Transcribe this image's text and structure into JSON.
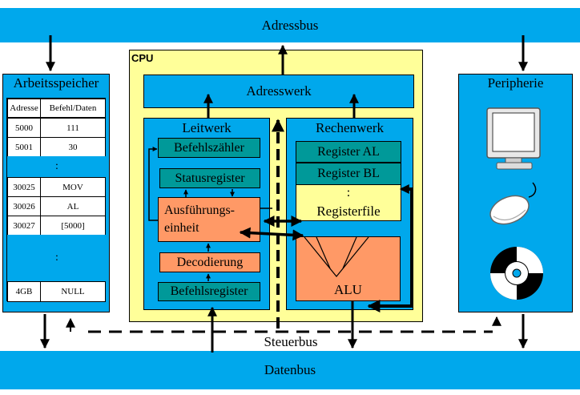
{
  "buses": {
    "address": "Adressbus",
    "data": "Datenbus",
    "control": "Steuerbus"
  },
  "memory": {
    "title": "Arbeitsspeicher",
    "headers": [
      "Adresse",
      "Befehl/Daten"
    ],
    "rows_top": [
      {
        "addr": "5000",
        "val": "111"
      },
      {
        "addr": "5001",
        "val": "30"
      }
    ],
    "ellipsis1": ":",
    "rows_mid": [
      {
        "addr": "30025",
        "val": "MOV"
      },
      {
        "addr": "30026",
        "val": "AL"
      },
      {
        "addr": "30027",
        "val": "[5000]"
      }
    ],
    "ellipsis2": ":",
    "rows_bottom": [
      {
        "addr": "4GB",
        "val": "NULL"
      }
    ]
  },
  "cpu": {
    "label": "CPU",
    "address_unit": "Adresswerk",
    "control_unit": {
      "title": "Leitwerk",
      "program_counter": "Befehlszähler",
      "status_register": "Statusregister",
      "execution_unit_line1": "Ausführungs-",
      "execution_unit_line2": "einheit",
      "decoder": "Decodierung",
      "instruction_register": "Befehlsregister"
    },
    "arithmetic_unit": {
      "title": "Rechenwerk",
      "register_al": "Register AL",
      "register_bl": "Register BL",
      "ellipsis": ":",
      "registerfile": "Registerfile",
      "alu": "ALU"
    }
  },
  "peripherals": {
    "title": "Peripherie",
    "icons": [
      "monitor-icon",
      "mouse-icon",
      "cd-icon"
    ]
  },
  "colors": {
    "bus": "#00a8ec",
    "cpu": "#ffff99",
    "register": "#009999",
    "unit": "#ff9966"
  }
}
